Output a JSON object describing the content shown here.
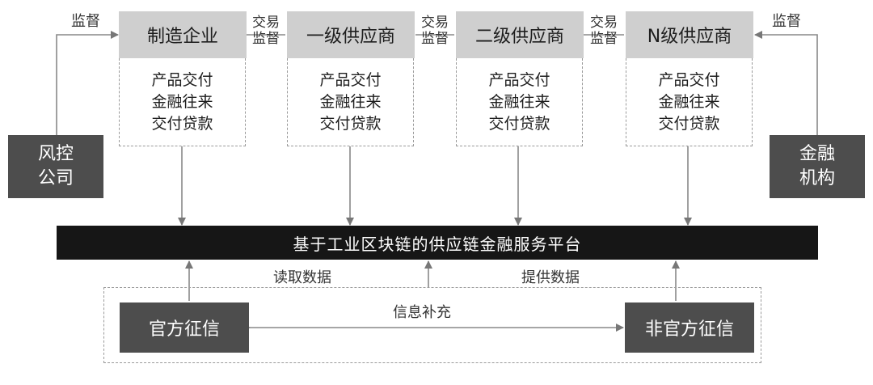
{
  "supervise_left": "监督",
  "supervise_right": "监督",
  "chain": [
    {
      "name": "制造企业",
      "items": [
        "产品交付",
        "金融往来",
        "交付贷款"
      ]
    },
    {
      "name": "一级供应商",
      "items": [
        "产品交付",
        "金融往来",
        "交付贷款"
      ]
    },
    {
      "name": "二级供应商",
      "items": [
        "产品交付",
        "金融往来",
        "交付贷款"
      ]
    },
    {
      "name": "N级供应商",
      "items": [
        "产品交付",
        "金融往来",
        "交付贷款"
      ]
    }
  ],
  "links": [
    {
      "top": "交易",
      "bottom": "监督"
    },
    {
      "top": "交易",
      "bottom": "监督"
    },
    {
      "top": "交易",
      "bottom": "监督"
    }
  ],
  "risk_company": {
    "line1": "风控",
    "line2": "公司"
  },
  "financial_institution": {
    "line1": "金融",
    "line2": "机构"
  },
  "platform": "基于工业区块链的供应链金融服务平台",
  "read_data": "读取数据",
  "provide_data": "提供数据",
  "official_credit": "官方征信",
  "unofficial_credit": "非官方征信",
  "info_supplement": "信息补充"
}
